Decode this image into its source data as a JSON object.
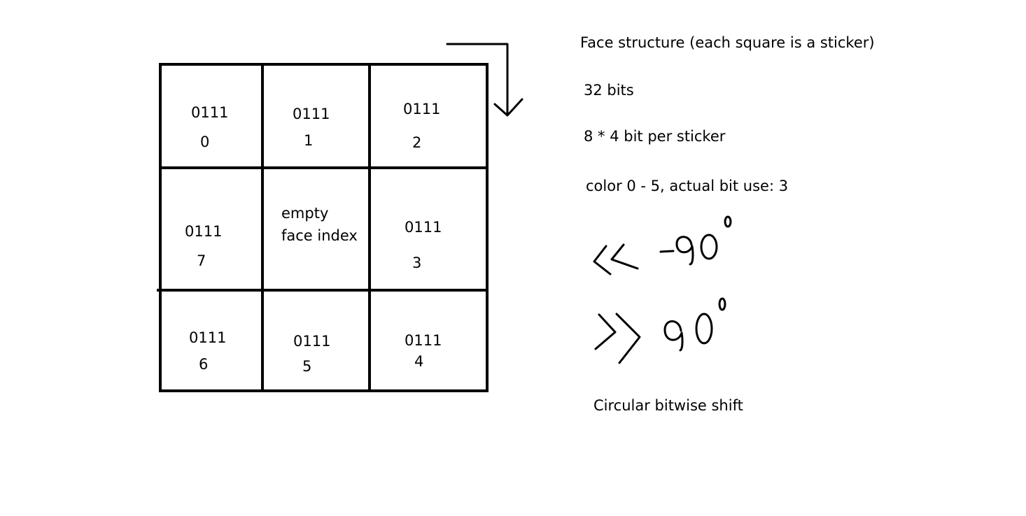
{
  "grid": {
    "cells": [
      {
        "bits": "0111",
        "index": "0"
      },
      {
        "bits": "0111",
        "index": "1"
      },
      {
        "bits": "0111",
        "index": "2"
      },
      {
        "bits": "0111",
        "index": "7"
      },
      {
        "line1": "empty",
        "line2": "face index"
      },
      {
        "bits": "0111",
        "index": "3"
      },
      {
        "bits": "0111",
        "index": "6"
      },
      {
        "bits": "0111",
        "index": "5"
      },
      {
        "bits": "0111",
        "index": "4"
      }
    ]
  },
  "notes": {
    "title": "Face structure (each square is a sticker)",
    "bits": "32 bits",
    "per_sticker": "8 * 4 bit per sticker",
    "color": "color 0 - 5, actual bit use: 3",
    "shift_left": "<< -90°",
    "shift_right": ">> 90°",
    "circular": "Circular bitwise shift"
  }
}
